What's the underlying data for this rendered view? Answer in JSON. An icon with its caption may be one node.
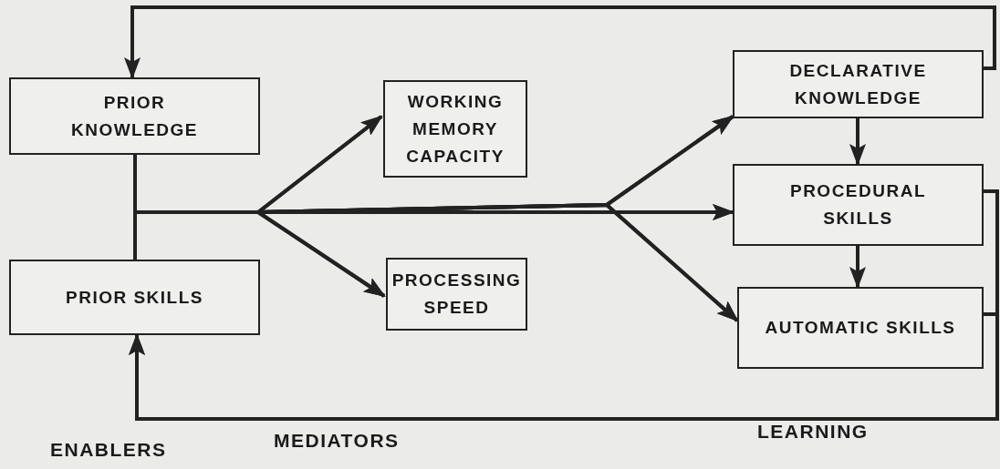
{
  "diagram": {
    "nodes": [
      {
        "text": [
          "PRIOR KNOWLEDGE"
        ]
      },
      {
        "text": [
          "WORKING MEMORY CAPACITY"
        ]
      },
      {
        "text": [
          "DECLARATIVE KNOWLEDGE"
        ]
      },
      {
        "text": [
          "PROCEDURAL SKILLS"
        ]
      },
      {
        "text": [
          "PRIOR SKILLS"
        ]
      },
      {
        "text": [
          "PROCESSING SPEED"
        ]
      },
      {
        "text": [
          "AUTOMATIC SKILLS"
        ]
      }
    ],
    "edges": [
      {
        "from": 0,
        "to": 1,
        "arrow": "to"
      },
      {
        "from": 0,
        "to": 5,
        "arrow": "to"
      },
      {
        "from": 0,
        "to": 2,
        "arrow": "to"
      },
      {
        "from": 0,
        "to": 3,
        "arrow": "to"
      },
      {
        "from": 0,
        "to": 6,
        "arrow": "to"
      },
      {
        "from": 4,
        "to": 1,
        "arrow": "to"
      },
      {
        "from": 4,
        "to": 5,
        "arrow": "to"
      },
      {
        "from": 4,
        "to": 2,
        "arrow": "to"
      },
      {
        "from": 4,
        "to": 3,
        "arrow": "to"
      },
      {
        "from": 4,
        "to": 6,
        "arrow": "to"
      },
      {
        "from": 2,
        "to": 3,
        "arrow": "to"
      },
      {
        "from": 3,
        "to": 6,
        "arrow": "to"
      },
      {
        "from": 2,
        "to": 0,
        "arrow": "to"
      },
      {
        "from": 3,
        "to": 4,
        "arrow": "to"
      },
      {
        "from": 6,
        "to": 4,
        "arrow": "to"
      }
    ],
    "labels": [
      "ENABLERS",
      "MEDIATORS",
      "LEARNING"
    ]
  }
}
